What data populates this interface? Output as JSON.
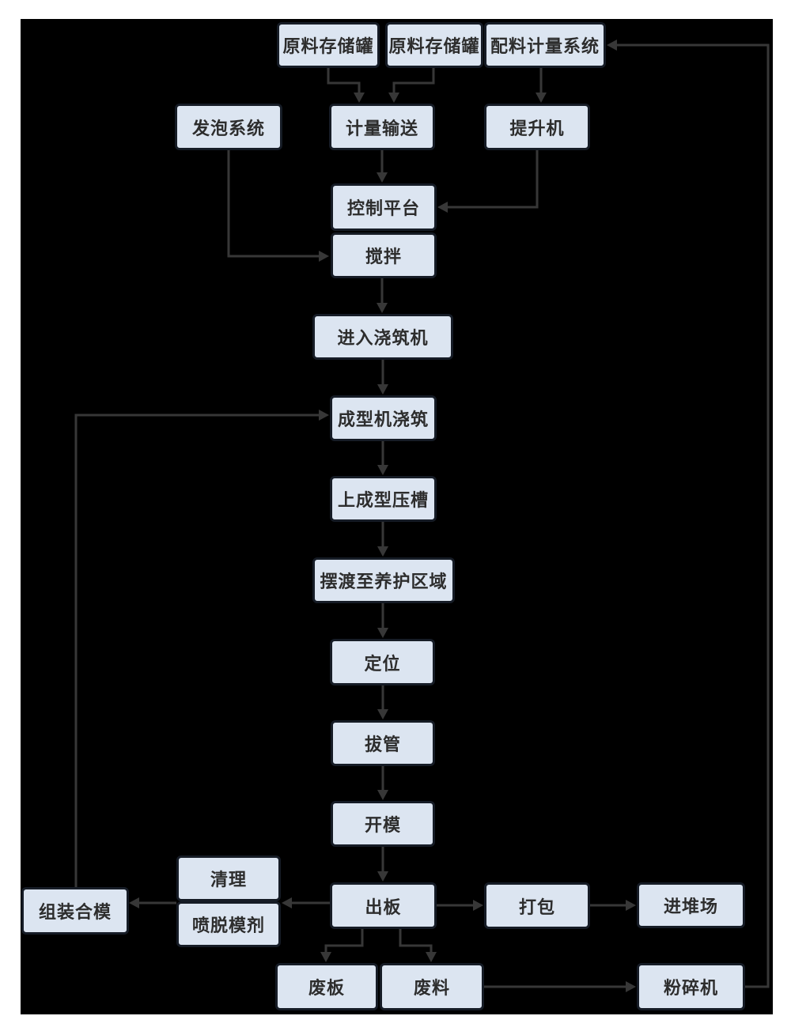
{
  "diagram": {
    "type": "flowchart",
    "colors": {
      "page_background": "#ffffff",
      "canvas_background": "#000000",
      "node_fill": "#dce5f1",
      "node_border": "#161c26",
      "connector": "#373737",
      "text": "#2d2d2d"
    },
    "nodes": [
      {
        "id": "storage-tank-1",
        "label": "原料存储罐"
      },
      {
        "id": "storage-tank-2",
        "label": "原料存储罐"
      },
      {
        "id": "batching-metering-system",
        "label": "配料计量系统"
      },
      {
        "id": "foaming-system",
        "label": "发泡系统"
      },
      {
        "id": "metering-conveying",
        "label": "计量输送"
      },
      {
        "id": "hoist",
        "label": "提升机"
      },
      {
        "id": "control-platform",
        "label": "控制平台"
      },
      {
        "id": "mixing",
        "label": "搅拌"
      },
      {
        "id": "enter-pouring-machine",
        "label": "进入浇筑机"
      },
      {
        "id": "forming-machine-pouring",
        "label": "成型机浇筑"
      },
      {
        "id": "upper-forming-groove",
        "label": "上成型压槽"
      },
      {
        "id": "ferry-to-curing-area",
        "label": "摆渡至养护区域"
      },
      {
        "id": "positioning",
        "label": "定位"
      },
      {
        "id": "pipe-pulling",
        "label": "拔管"
      },
      {
        "id": "mold-opening",
        "label": "开模"
      },
      {
        "id": "board-out",
        "label": "出板"
      },
      {
        "id": "cleaning",
        "label": "清理"
      },
      {
        "id": "spray-release-agent",
        "label": "喷脱模剂"
      },
      {
        "id": "assemble-close-mold",
        "label": "组装合模"
      },
      {
        "id": "packing",
        "label": "打包"
      },
      {
        "id": "to-stockyard",
        "label": "进堆场"
      },
      {
        "id": "waste-board",
        "label": "废板"
      },
      {
        "id": "waste-material",
        "label": "废料"
      },
      {
        "id": "crusher",
        "label": "粉碎机"
      }
    ],
    "edges": [
      {
        "from": "storage-tank-1",
        "to": "metering-conveying"
      },
      {
        "from": "storage-tank-2",
        "to": "metering-conveying"
      },
      {
        "from": "batching-metering-system",
        "to": "hoist"
      },
      {
        "from": "metering-conveying",
        "to": "control-platform"
      },
      {
        "from": "hoist",
        "to": "control-platform"
      },
      {
        "from": "foaming-system",
        "to": "mixing"
      },
      {
        "from": "control-platform",
        "to": "mixing",
        "style": "adjacent-no-arrow"
      },
      {
        "from": "mixing",
        "to": "enter-pouring-machine"
      },
      {
        "from": "enter-pouring-machine",
        "to": "forming-machine-pouring"
      },
      {
        "from": "forming-machine-pouring",
        "to": "upper-forming-groove"
      },
      {
        "from": "upper-forming-groove",
        "to": "ferry-to-curing-area"
      },
      {
        "from": "ferry-to-curing-area",
        "to": "positioning"
      },
      {
        "from": "positioning",
        "to": "pipe-pulling"
      },
      {
        "from": "pipe-pulling",
        "to": "mold-opening"
      },
      {
        "from": "mold-opening",
        "to": "board-out"
      },
      {
        "from": "board-out",
        "to": "cleaning"
      },
      {
        "from": "cleaning",
        "to": "spray-release-agent",
        "style": "adjacent-no-arrow"
      },
      {
        "from": "cleaning",
        "to": "assemble-close-mold"
      },
      {
        "from": "assemble-close-mold",
        "to": "forming-machine-pouring"
      },
      {
        "from": "board-out",
        "to": "packing"
      },
      {
        "from": "packing",
        "to": "to-stockyard"
      },
      {
        "from": "board-out",
        "to": "waste-board"
      },
      {
        "from": "board-out",
        "to": "waste-material"
      },
      {
        "from": "waste-material",
        "to": "crusher"
      },
      {
        "from": "crusher",
        "to": "batching-metering-system"
      }
    ]
  }
}
